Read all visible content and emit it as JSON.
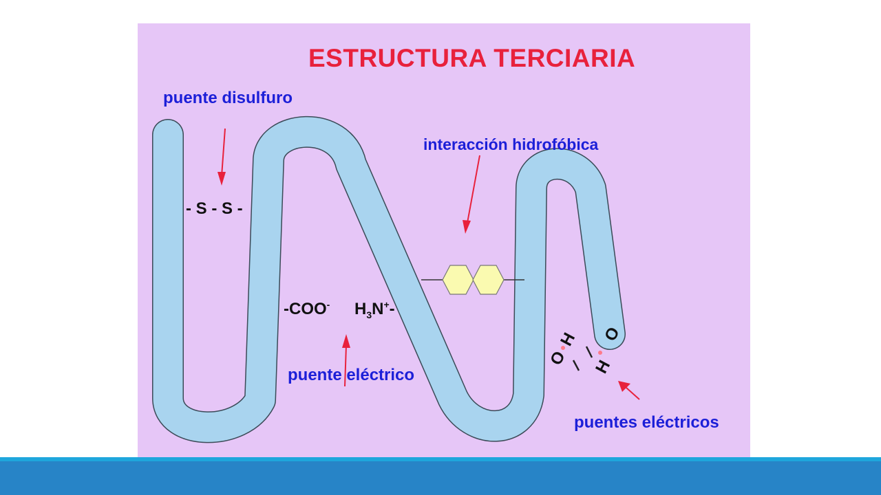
{
  "title": "ESTRUCTURA  TERCIARIA",
  "labels": {
    "puente_disulfuro": "puente disulfuro",
    "interaccion_hidrofobica": "interacción hidrofóbica",
    "puente_electrico": "puente eléctrico",
    "puentes_electricos": "puentes eléctricos"
  },
  "chem": {
    "disulfide": "- S - S -",
    "coo": "-COO",
    "coo_charge": "-",
    "h": "H",
    "h_sub": "3",
    "n": "N",
    "n_charge": "+",
    "n_tail": "-",
    "oh_o1": "O",
    "oh_h1": "H",
    "oh_o2": "O",
    "oh_h2": "H"
  },
  "colors": {
    "background": "#e6c6f7",
    "chain_fill": "#a9d4ef",
    "title": "#e8213c",
    "labels": "#1c1fd8",
    "arrows": "#e8213c",
    "hexagon": "#fafab0",
    "footer_bar": "#2784c7"
  }
}
